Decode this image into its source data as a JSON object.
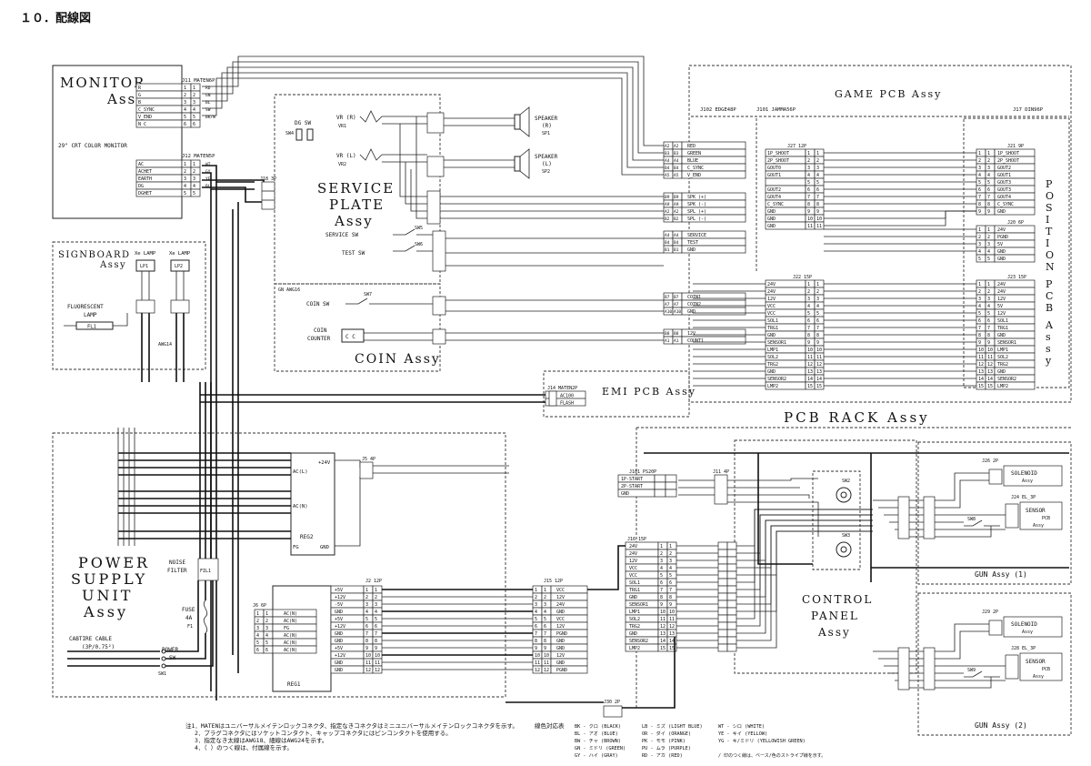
{
  "title": "１０．配線図",
  "monitor": {
    "name1": "MONITOR",
    "name2": "Assy",
    "crt": "29\" CRT COLOR MONITOR",
    "j11": "J11 MATEN6P",
    "j11_rows": [
      "R",
      "G",
      "B",
      "C_SYNC",
      "V_END",
      "N C"
    ],
    "j12": "J12 MATEN5P",
    "j12_rows": [
      "AC",
      "ACHET",
      "EARTH",
      "DG",
      "DGHET"
    ],
    "wires_j11": [
      "RD",
      "GN",
      "BL",
      "SW",
      "BK/W"
    ],
    "wires_j12": [
      "WT",
      "GY",
      "YE",
      "BL"
    ]
  },
  "service": {
    "name1": "SERVICE",
    "name2": "PLATE",
    "name3": "Assy",
    "dg_sw": "DG SW",
    "sw4": "SW4",
    "vr_r": "VR (R)",
    "vr1": "VR1",
    "vr_l": "VR (L)",
    "vr2": "VR2",
    "service_sw": "SERVICE SW",
    "test_sw": "TEST SW",
    "sw5": "SW5",
    "sw6": "SW6",
    "awg": "GN AWG16"
  },
  "speakers": [
    {
      "label1": "SPEAKER",
      "label2": "(R)",
      "id": "SP1"
    },
    {
      "label1": "SPEAKER",
      "label2": "(L)",
      "id": "SP2"
    }
  ],
  "coin": {
    "name": "COIN Assy",
    "coin_sw": "COIN SW",
    "sw7": "SW7",
    "coin_counter1": "COIN",
    "coin_counter2": "COUNTER",
    "cc": "C C"
  },
  "signboard": {
    "name1": "SIGNBOARD",
    "name2": "Assy",
    "lamp1": "Xe LAMP",
    "lamp2": "Xe LAMP",
    "lp1": "LP1",
    "lp2": "LP2",
    "fluorescent1": "FLUORESCENT",
    "fluorescent2": "LAMP",
    "fl1": "FL1",
    "awg": "AWG14"
  },
  "game_pcb": {
    "name": "GAME PCB Assy",
    "j102": "J102 EDGE48P",
    "j101": "J101 JAMMA56P",
    "j17": "J17 DIN96P",
    "sig1": [
      "RED",
      "GREEN",
      "BLUE",
      "C_SYNC",
      "V_END"
    ],
    "sig1_pins": [
      "A2",
      "B3",
      "A4",
      "B4",
      "A5"
    ],
    "sig2": [
      "SPK (+)",
      "SPK (-)",
      "SPL (+)",
      "SPL (-)"
    ],
    "sig2_pins": [
      "B9",
      "A9",
      "A2",
      "B2"
    ],
    "sig3": [
      "SERVICE",
      "TEST",
      "GND"
    ],
    "sig3_pins": [
      "A4",
      "B4",
      "B1"
    ],
    "sig4": [
      "COIN1",
      "COIN2",
      "GND"
    ],
    "sig4_pins": [
      "B7",
      "A7",
      "A10"
    ],
    "sig5": [
      "12V",
      "COUNT1"
    ],
    "sig5_pins": [
      "B8",
      "A1"
    ]
  },
  "j27": {
    "label": "J27 12P",
    "rows": [
      "1P_SHOOT",
      "2P_SHOOT",
      "GOUT0",
      "GOUT1",
      "",
      "GOUT2",
      "GOUT4",
      "C_SYNC",
      "GND",
      "GND",
      "GND"
    ]
  },
  "j22": {
    "label": "J22 15P",
    "rows": [
      "24V",
      "24V",
      "12V",
      "VCC",
      "VCC",
      "SOL1",
      "TRG1",
      "GND",
      "SENSOR1",
      "LMP1",
      "SOL2",
      "TRG2",
      "GND",
      "SENSOR2",
      "LMP2"
    ]
  },
  "position": {
    "name": "POSITION PCB Assy",
    "j21": "J21 9P",
    "j21_rows": [
      "1P_SHOOT",
      "2P_SHOOT",
      "GOUT2",
      "GOUT1",
      "GOUT3",
      "GOUT3",
      "GOUT4",
      "C_SYNC",
      "GND"
    ],
    "j20": "J20 6P",
    "j20_rows": [
      "24V",
      "PGND",
      "5V",
      "GND",
      "GND"
    ],
    "j23": "J23 15P",
    "j23_rows": [
      "24V",
      "24V",
      "12V",
      "5V",
      "12V",
      "SOL1",
      "TRG1",
      "GND",
      "SENSOR1",
      "LMP1",
      "SOL2",
      "TRG2",
      "GND",
      "SENSOR2",
      "LMP2"
    ]
  },
  "emi": {
    "name": "EMI PCB Assy",
    "j14": "J14 MATEN2P",
    "rows": [
      "AC100",
      "FLASH"
    ]
  },
  "pcb_rack": "PCB RACK Assy",
  "power": {
    "name1": "POWER",
    "name2": "SUPPLY",
    "name3": "UNIT",
    "name4": "Assy",
    "noise1": "NOISE",
    "noise2": "FILTER",
    "fil1": "FIL1",
    "fuse1": "FUSE",
    "fuse2": "4A",
    "fuse3": "F1",
    "power_sw1": "POWER",
    "power_sw2": "SW",
    "sw1": "SW1",
    "cable1": "CABTIRE CABLE",
    "cable2": "(3P/0.75²)",
    "reg2": "REG2",
    "reg1": "REG1",
    "reg2_ac_l": "AC(L)",
    "reg2_ac_n": "AC(N)",
    "reg2_fg": "FG",
    "reg2_gnd": "GND",
    "reg2_24v": "+24V",
    "j6": "J6 6P",
    "j6_rows": [
      "AC(N)",
      "AC(N)",
      "FG",
      "AC(N)",
      "AC(N)",
      "AC(N)"
    ],
    "j2": "J2 12P",
    "j2_rows": [
      "+5V",
      "+12V",
      "-5V",
      "GND",
      "+5V",
      "+12V",
      "GND",
      "GND",
      "+5V",
      "+12V",
      "GND",
      "GND"
    ],
    "j15": "J15 12P",
    "j15_rows": [
      "VCC",
      "12V",
      "24V",
      "GND",
      "VCC",
      "12V",
      "PGND",
      "GND",
      "GND",
      "12V",
      "GND",
      "PGND"
    ]
  },
  "control": {
    "name1": "CONTROL",
    "name2": "PANEL",
    "name3": "Assy",
    "j101": "J101 PS20P",
    "j101_rows": [
      "1P-START",
      "2P-START",
      "GND"
    ],
    "j11": "J11 4P",
    "j16": "J16 15P",
    "j16_rows": [
      "24V",
      "24V",
      "12V",
      "VCC",
      "VCC",
      "SOL1",
      "TRG1",
      "GND",
      "SENSOR1",
      "LMP1",
      "SOL2",
      "TRG2",
      "GND",
      "SENSOR2",
      "LMP2"
    ],
    "sw2": "SW2",
    "sw3": "SW3"
  },
  "guns": [
    {
      "name": "GUN Assy (1)",
      "solenoid1": "SOLENOID",
      "solenoid2": "Assy",
      "sensor1": "SENSOR",
      "sensor2": "PCB",
      "sensor3": "Assy",
      "sw": "SW8",
      "j_sol": "J26 2P",
      "j_sen": "J24 EL_3P"
    },
    {
      "name": "GUN Assy (2)",
      "solenoid1": "SOLENOID",
      "solenoid2": "Assy",
      "sensor1": "SENSOR",
      "sensor2": "PCB",
      "sensor3": "Assy",
      "sw": "SW9",
      "j_sol": "J29 2P",
      "j_sen": "J28 EL_3P"
    }
  ],
  "notes": [
    "注1．MATENはユニバーサルメイテンロックコネクタ、指定なきコネクタはミニユニバーサルメイテンロックコネクタを示す。",
    "2．プラグコネクタにはソケットコンタクト、キャップコネクタにはピンコンタクトを使用する。",
    "3．指定なき太線はAWG18、細線はAWG24を示す。",
    "4．（ ）のつく線は、付属線を示す。"
  ],
  "color_legend": {
    "title": "線色対応表",
    "col1": [
      "BK - クロ (BLACK)",
      "BL - アオ (BLUE)",
      "BW - チャ (BROWN)",
      "GN - ミドリ (GREEN)",
      "GY - ハイ (GRAY)"
    ],
    "col2": [
      "LB - ミズ (LIGHT BLUE)",
      "OR - ダイ (ORANGE)",
      "PK - モモ (PINK)",
      "PU - ムラ (PURPLE)",
      "RD - アカ (RED)"
    ],
    "col3": [
      "WT - シロ (WHITE)",
      "YE - キイ (YELLOW)",
      "YG - キ/ミドリ (YELLOWISH GREEN)"
    ],
    "note": "/ 印のつく線は、ベース/色のストライプ線を示す。"
  }
}
